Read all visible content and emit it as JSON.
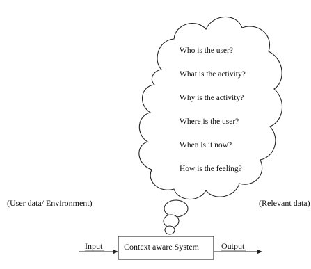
{
  "questions": [
    "Who is the user?",
    "What is the activity?",
    "Why is the activity?",
    "Where is the user?",
    "When is it now?",
    "How is the feeling?"
  ],
  "left_label": "(User data/ Environment)",
  "right_label": "(Relevant data)",
  "input_label": "Input",
  "output_label": "Output",
  "system_label": "Context aware System"
}
